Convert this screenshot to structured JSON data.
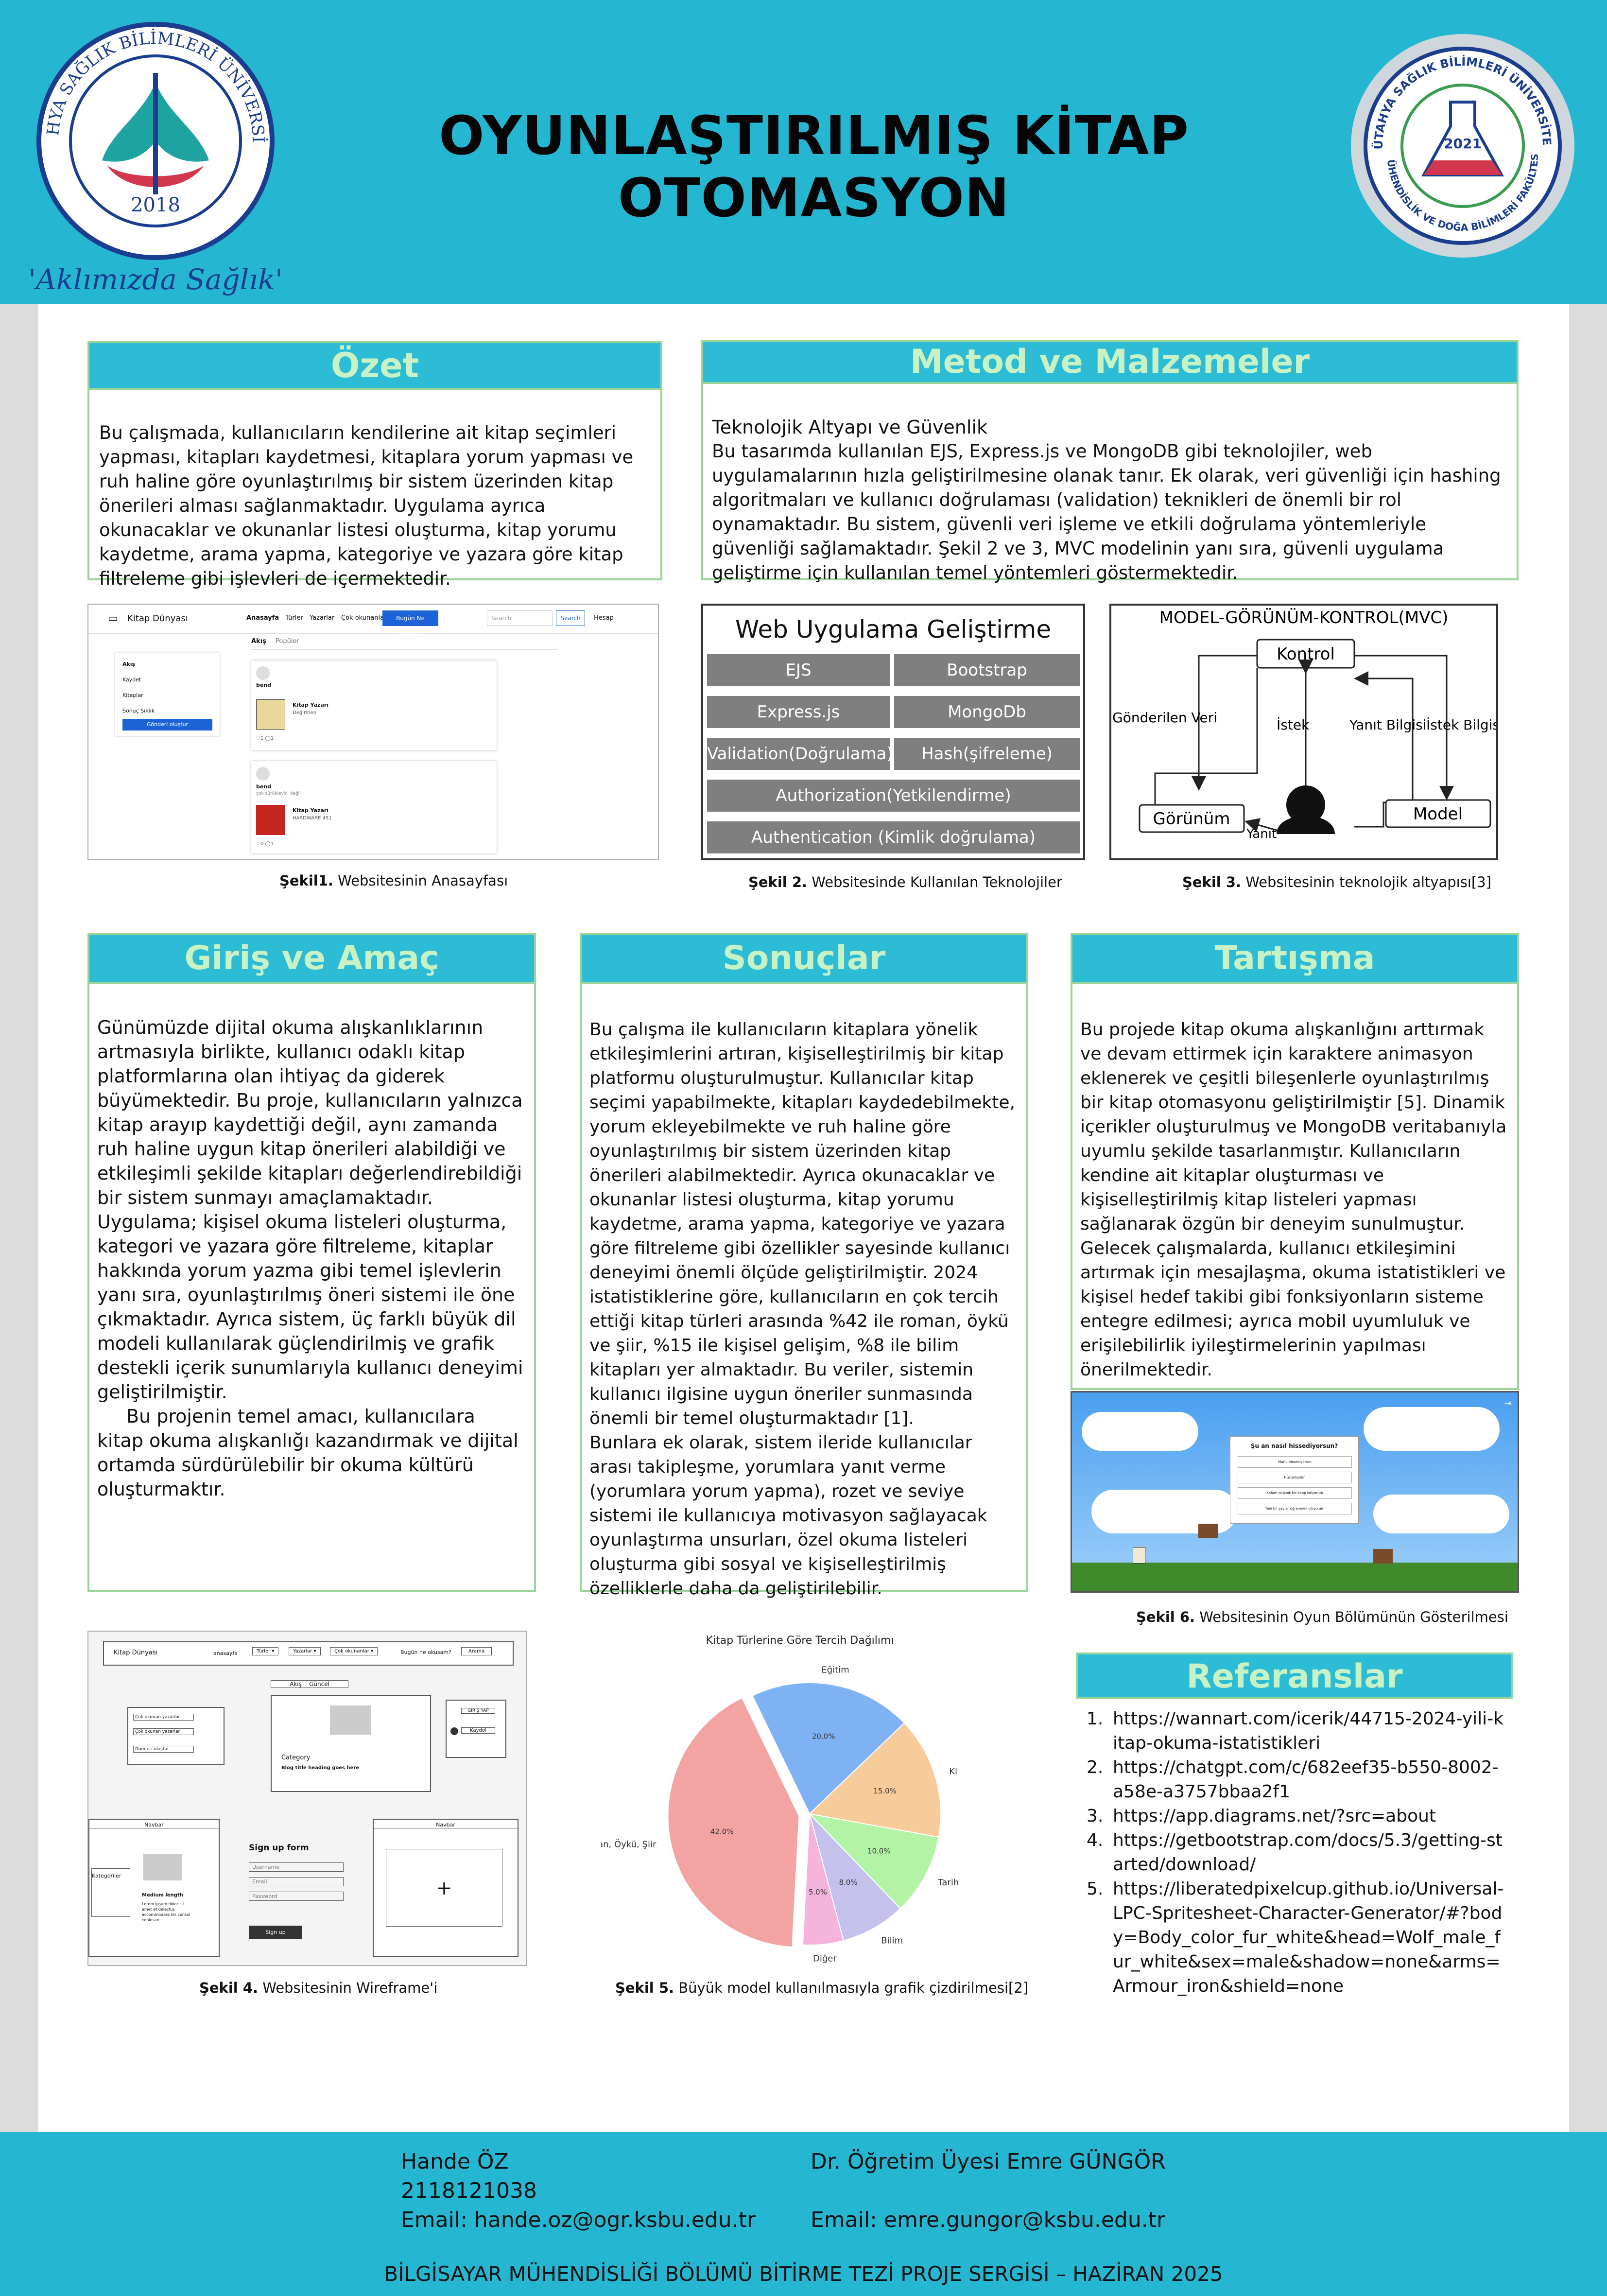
{
  "header": {
    "title": "OYUNLAŞTIRILMIŞ KİTAP OTOMASYON",
    "left_logo": {
      "text_top": "KÜTAHYA SAĞLIK BİLİMLERİ ÜNİVERSİTESİ",
      "year": "2018",
      "slogan": "\"Aklımızda Sağlık\""
    },
    "right_logo": {
      "text_top": "KÜTAHYA SAĞLIK BİLİMLERİ ÜNİVERSİTESİ",
      "text_bottom": "MÜHENDİSLİK VE DOĞA BİLİMLERİ FAKÜLTESİ",
      "year": "2021"
    }
  },
  "ozet": {
    "title": "Özet",
    "body": " Bu çalışmada, kullanıcıların kendilerine ait kitap seçimleri yapması, kitapları kaydetmesi, kitaplara yorum yapması ve ruh haline göre oyunlaştırılmış bir sistem üzerinden kitap önerileri alması sağlanmaktadır. Uygulama ayrıca okunacaklar ve okunanlar listesi oluşturma, kitap yorumu kaydetme, arama yapma, kategoriye ve yazara göre kitap filtreleme gibi işlevleri de içermektedir."
  },
  "metod": {
    "title": "Metod ve Malzemeler",
    "subtitle": "Teknolojik Altyapı ve Güvenlik",
    "body": " Bu tasarımda kullanılan EJS, Express.js ve MongoDB gibi teknolojiler, web uygulamalarının hızla geliştirilmesine olanak tanır. Ek olarak, veri güvenliği için hashing algoritmaları ve kullanıcı doğrulaması (validation) teknikleri de önemli bir rol oynamaktadır. Bu sistem, güvenli veri işleme ve etkili doğrulama yöntemleriyle güvenliği sağlamaktadır. Şekil 2 ve 3, MVC modelinin yanı sıra, güvenli uygulama geliştirme için kullanılan temel yöntemleri göstermektedir."
  },
  "fig1": {
    "caption_bold": "Şekil1.",
    "caption": " Websitesinin Anasayfası",
    "brand": "Kitap Dünyası",
    "nav": [
      "Anasayfa",
      "Türler",
      "Yazarlar",
      "Çok okunanlar"
    ],
    "nav_button": "Bugün Ne Okusam?",
    "search_placeholder": "Search",
    "search_button": "Search",
    "logout": "Hesap",
    "tabs": [
      "Akış",
      "Popüler"
    ],
    "side": [
      "Akış",
      "Kaydet",
      "Kitaplar",
      "Sonuç Sıklık"
    ],
    "side_button": "Gönderi oluştur",
    "post1_user": "bend",
    "post1_book": "Kitap Yazarı",
    "post1_meta": "Değirmen",
    "post1_stats": "♡1  ◯1",
    "post2_user": "bend",
    "post2_sub": "çok sürükleyici değil",
    "post2_book": "Kitap Yazarı",
    "post2_meta": "HARDWARE 451",
    "post2_stats": "♡0  ◯1"
  },
  "fig2": {
    "caption_bold": "Şekil 2.",
    "caption": " Websitesinde Kullanılan Teknolojiler",
    "title": "Web Uygulama Geliştirme",
    "row1": [
      "EJS",
      "Bootstrap"
    ],
    "row2": [
      "Express.js",
      "MongoDb"
    ],
    "row3": [
      "Validation(Doğrulama)",
      "Hash(şifreleme)"
    ],
    "row4": "Authorization(Yetkilendirme)",
    "row5": "Authentication (Kimlik doğrulama)"
  },
  "fig3": {
    "caption_bold": "Şekil 3.",
    "caption": " Websitesinin teknolojik altyapısı[3]",
    "title": "MODEL-GÖRÜNÜM-KONTROL(MVC)",
    "kontrol": "Kontrol",
    "gorunum": "Görünüm",
    "model": "Model",
    "gonderilen": "Gönderilen Veri",
    "istek": "İstek",
    "yanit_bilgisi": "Yanıt Bilgisi",
    "istek_bilgisi": "İstek Bilgisi",
    "yanit": "Yanıt"
  },
  "giris": {
    "title": "Giriş ve Amaç",
    "p1": "Günümüzde dijital okuma alışkanlıklarının artmasıyla birlikte, kullanıcı odaklı kitap platformlarına olan ihtiyaç da giderek büyümektedir. Bu proje, kullanıcıların yalnızca kitap arayıp kaydettiği değil, aynı zamanda ruh haline uygun kitap önerileri alabildiği ve etkileşimli şekilde kitapları değerlendirebildiği bir sistem sunmayı amaçlamaktadır. Uygulama; kişisel okuma listeleri oluşturma, kategori ve yazara göre filtreleme, kitaplar hakkında yorum yazma gibi temel işlevlerin yanı sıra, oyunlaştırılmış öneri sistemi ile öne çıkmaktadır. Ayrıca sistem, üç farklı büyük dil modeli kullanılarak güçlendirilmiş ve grafik destekli içerik sunumlarıyla kullanıcı deneyimi geliştirilmiştir.",
    "p2": "Bu projenin temel amacı, kullanıcılara kitap okuma alışkanlığı kazandırmak ve dijital ortamda sürdürülebilir bir okuma kültürü oluşturmaktır."
  },
  "sonuclar": {
    "title": "Sonuçlar",
    "p1": "Bu çalışma ile kullanıcıların kitaplara yönelik etkileşimlerini artıran, kişiselleştirilmiş bir kitap platformu oluşturulmuştur. Kullanıcılar kitap seçimi yapabilmekte, kitapları kaydedebilmekte, yorum ekleyebilmekte ve ruh haline göre oyunlaştırılmış bir sistem üzerinden kitap önerileri alabilmektedir. Ayrıca okunacaklar ve okunanlar listesi oluşturma, kitap yorumu kaydetme, arama yapma, kategoriye ve yazara göre filtreleme gibi özellikler sayesinde kullanıcı deneyimi önemli ölçüde geliştirilmiştir. 2024 istatistiklerine göre, kullanıcıların en çok tercih ettiği kitap türleri arasında %42 ile roman, öykü ve şiir, %15 ile kişisel gelişim, %8 ile bilim kitapları yer almaktadır. Bu veriler, sistemin kullanıcı ilgisine uygun öneriler sunmasında önemli bir temel oluşturmaktadır [1].",
    "p2": "Bunlara ek olarak, sistem ileride kullanıcılar arası takipleşme, yorumlara yanıt verme (yorumlara yorum yapma), rozet ve seviye sistemi ile kullanıcıya motivasyon sağlayacak oyunlaştırma unsurları, özel okuma listeleri oluşturma gibi sosyal ve kişiselleştirilmiş özelliklerle daha da geliştirilebilir."
  },
  "tartisma": {
    "title": "Tartışma",
    "body": "Bu projede kitap okuma alışkanlığını arttırmak ve devam ettirmek için karaktere animasyon eklenerek ve çeşitli bileşenlerle oyunlaştırılmış bir kitap otomasyonu geliştirilmiştir [5]. Dinamik içerikler oluşturulmuş ve MongoDB veritabanıyla uyumlu şekilde tasarlanmıştır. Kullanıcıların kendine ait kitaplar oluşturması ve kişiselleştirilmiş kitap listeleri yapması sağlanarak özgün bir deneyim sunulmuştur. Gelecek çalışmalarda, kullanıcı etkileşimini artırmak için mesajlaşma, okuma istatistikleri ve kişisel hedef takibi gibi fonksiyonların sisteme entegre edilmesi; ayrıca mobil uyumluluk ve erişilebilirlik iyileştirmelerinin yapılması önerilmektedir."
  },
  "fig6": {
    "caption_bold": "Şekil 6.",
    "caption": " Websitesinin Oyun Bölümünün Gösterilmesi",
    "dialog_title": "Şu an nasıl hissediyorsun?",
    "options": [
      "Mutlu hissediyorum",
      "Hüzünlüyüm",
      "Kafam dağınık bir kitap istiyorum",
      "Yeni bir şeyler öğrenmek istiyorum"
    ]
  },
  "fig4": {
    "caption_bold": "Şekil 4.",
    "caption": " Websitesinin Wireframe'i",
    "brand": "Kitap Dünyası",
    "nav": [
      "anasayfa",
      "Türler ▾",
      "Yazarlar ▾",
      "Çok okunanlar ▾",
      "Bugün ne okusam?",
      "Arama"
    ],
    "tabs": "Akış    Güncel",
    "side": [
      "Çok okunan yazarlar",
      "Çok okunan yazarlar",
      "Gönderi oluştur"
    ],
    "right_btns": [
      "GİRİŞ YAP",
      "Kaydol"
    ],
    "category": "Category",
    "category_sub": "Blog title heading goes here",
    "navbar": "Navbar",
    "side2": "Kategoriler",
    "medium": "Medium length",
    "lorem": "Lorem ipsum dolor sit amet et delectus accommodare his consul copiosae.",
    "signup": "Sign up form",
    "fields": [
      "Username",
      "Email",
      "Password"
    ],
    "signup_btn": "Sign up"
  },
  "fig5": {
    "caption_bold": "Şekil 5.",
    "caption": " Büyük model kullanılmasıyla grafik çizdirilmesi[2]"
  },
  "chart_data": {
    "type": "pie",
    "title": "Kitap Türlerine Göre Tercih Dağılımı",
    "categories": [
      "Roman, Öykü, Şiir",
      "Eğitim",
      "Kişisel Gelişim",
      "Tarih",
      "Bilim",
      "Diğer"
    ],
    "values": [
      42.0,
      20.0,
      15.0,
      10.0,
      8.0,
      5.0
    ],
    "labels": [
      "42.0%",
      "20.0%",
      "15.0%",
      "10.0%",
      "8.0%",
      "5.0%"
    ],
    "colors": [
      "#f4a3a3",
      "#7fb2f5",
      "#f8cb9a",
      "#b2f3a5",
      "#c4c1ec",
      "#f5b4dc"
    ],
    "exploded": "Roman, Öykü, Şiir"
  },
  "referanslar": {
    "title": "Referanslar",
    "items": [
      {
        "num": "1.",
        "text": "https://wannart.com/icerik/44715-2024-yili-kitap-okuma-istatistikleri"
      },
      {
        "num": "2.",
        "text": "https://chatgpt.com/c/682eef35-b550-8002-a58e-a3757bbaa2f1"
      },
      {
        "num": "3.",
        "text": "https://app.diagrams.net/?src=about"
      },
      {
        "num": "4.",
        "text": "https://getbootstrap.com/docs/5.3/getting-started/download/"
      },
      {
        "num": "5.",
        "text": "https://liberatedpixelcup.github.io/Universal-LPC-Spritesheet-Character-Generator/#?body=Body_color_fur_white&head=Wolf_male_fur_white&sex=male&shadow=none&arms=Armour_iron&shield=none"
      }
    ]
  },
  "footer": {
    "student_name": "Hande ÖZ",
    "student_no": "2118121038",
    "student_email": "Email: hande.oz@ogr.ksbu.edu.tr",
    "advisor_name": "Dr. Öğretim Üyesi Emre GÜNGÖR",
    "advisor_email": "Email: emre.gungor@ksbu.edu.tr",
    "bottom": "BİLGİSAYAR MÜHENDİSLİĞİ BÖLÜMÜ BİTİRME TEZİ PROJE SERGİSİ – HAZİRAN 2025"
  }
}
